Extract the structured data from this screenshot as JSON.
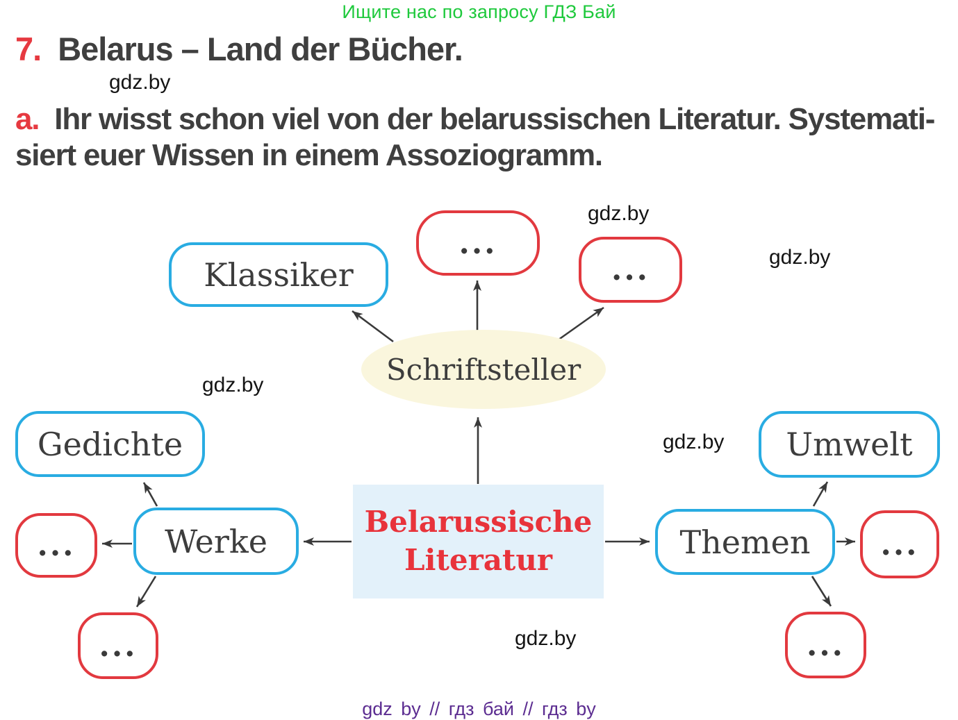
{
  "header": {
    "promo": "Ищите нас по запросу ГДЗ Бай",
    "task_number": "7.",
    "task_title": "Belarus – Land der Bücher.",
    "part_label": "a.",
    "instruction_line1": "Ihr wisst schon viel von der belarussischen Literatur. Systemati-",
    "instruction_line2": "siert euer Wissen in einem Assoziogramm."
  },
  "watermark": "gdz.by",
  "diagram": {
    "center_line1": "Belarussische",
    "center_line2": "Literatur",
    "hub_label": "Schriftsteller",
    "node_klassiker": "Klassiker",
    "node_gedichte": "Gedichte",
    "node_werke": "Werke",
    "node_themen": "Themen",
    "node_umwelt": "Umwelt",
    "placeholder": "..."
  },
  "footer": {
    "credit": "gdz by // гдз бай // гдз by"
  },
  "colors": {
    "promo_green": "#1ec93c",
    "accent_red": "#e63940",
    "node_text_red": "#e8333b",
    "node_blue_border": "#29ace2",
    "node_red_border": "#e2393f",
    "hub_fill": "#faf6dd",
    "center_fill": "#e3f1fa",
    "footer_purple": "#5c2d91",
    "text_dark": "#3f3f3f"
  }
}
